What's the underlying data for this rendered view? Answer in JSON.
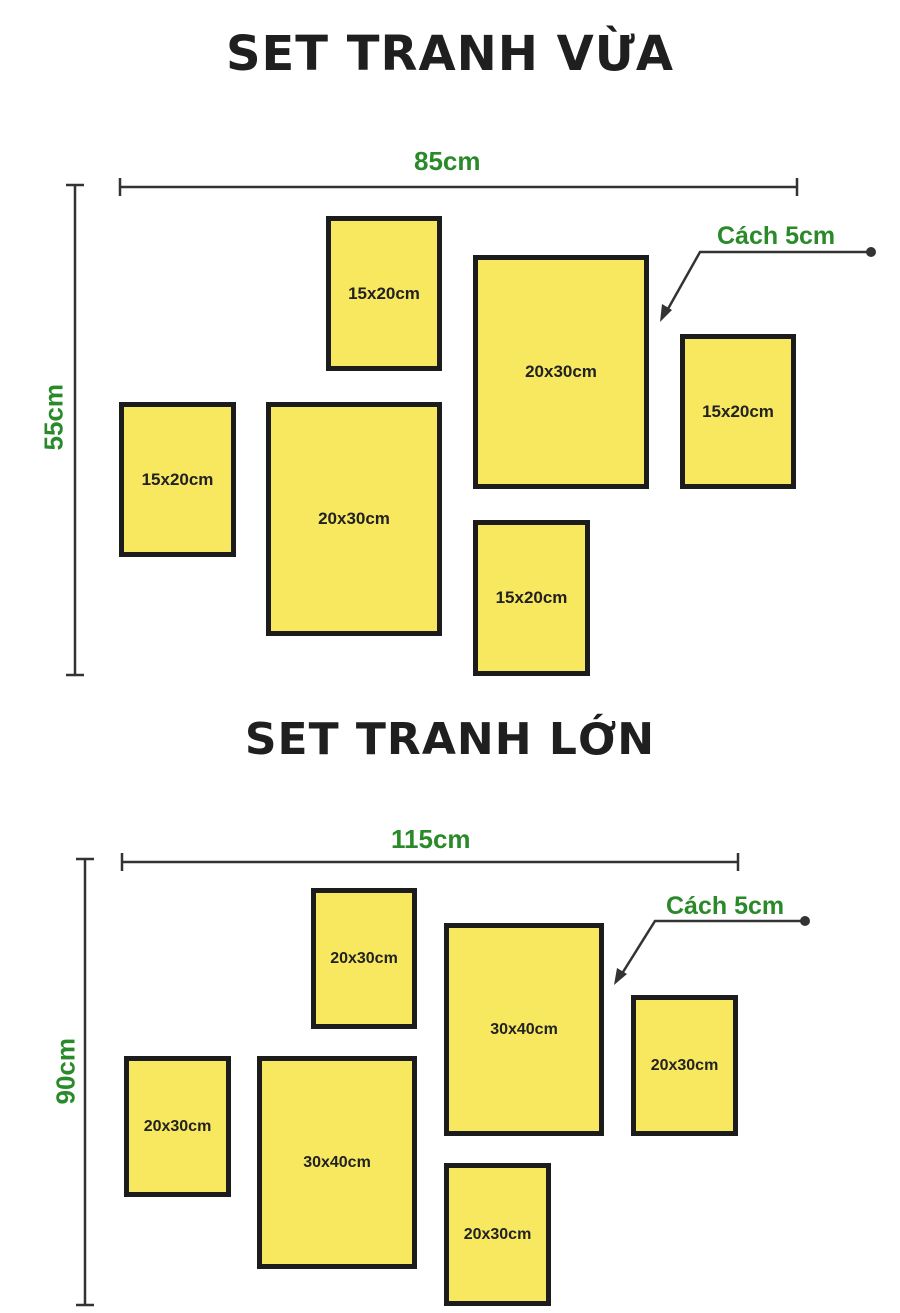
{
  "sets": [
    {
      "title": "SET TRANH VỪA",
      "width_label": "85cm",
      "height_label": "55cm",
      "spacing_label": "Cách 5cm",
      "frames": [
        "15x20cm",
        "20x30cm",
        "15x20cm",
        "15x20cm",
        "20x30cm",
        "15x20cm"
      ]
    },
    {
      "title": "SET TRANH LỚN",
      "width_label": "115cm",
      "height_label": "90cm",
      "spacing_label": "Cách 5cm",
      "frames": [
        "20x30cm",
        "30x40cm",
        "20x30cm",
        "20x30cm",
        "30x40cm",
        "20x30cm"
      ]
    }
  ],
  "colors": {
    "frame_fill": "#f7e860",
    "frame_border": "#1c1c1c",
    "dimension_text": "#2a8a2a",
    "line": "#333333"
  }
}
